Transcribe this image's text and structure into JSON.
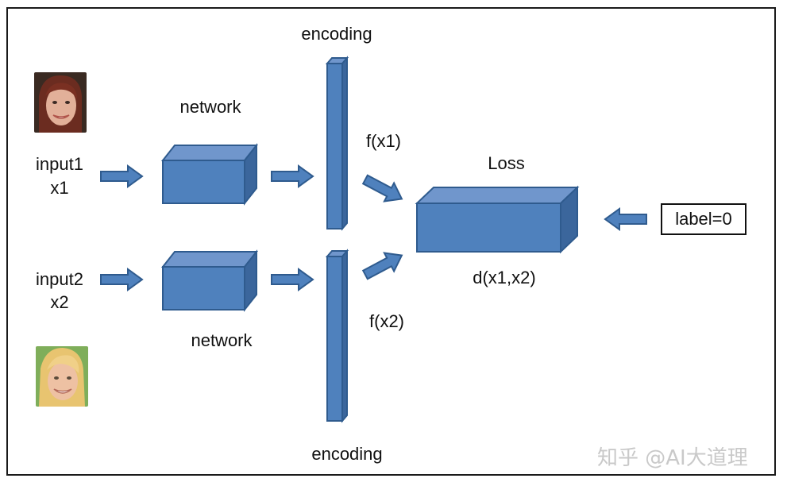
{
  "labels": {
    "encoding_top": "encoding",
    "encoding_bottom": "encoding",
    "network_top": "network",
    "network_bottom": "network",
    "input1": "input1",
    "x1": "x1",
    "input2": "input2",
    "x2": "x2",
    "fx1": "f(x1)",
    "fx2": "f(x2)",
    "loss": "Loss",
    "distance": "d(x1,x2)",
    "label_box": "label=0"
  },
  "watermark": "知乎 @AI大道理",
  "colors": {
    "block_front": "#4f81bd",
    "block_top": "#7096cc",
    "block_side": "#3b669c",
    "block_stroke": "#2f5b8e",
    "frame": "#1a1a1a"
  },
  "images": {
    "face1": "woman-face-photo-red-hair",
    "face2": "woman-face-photo-blonde-hair"
  }
}
